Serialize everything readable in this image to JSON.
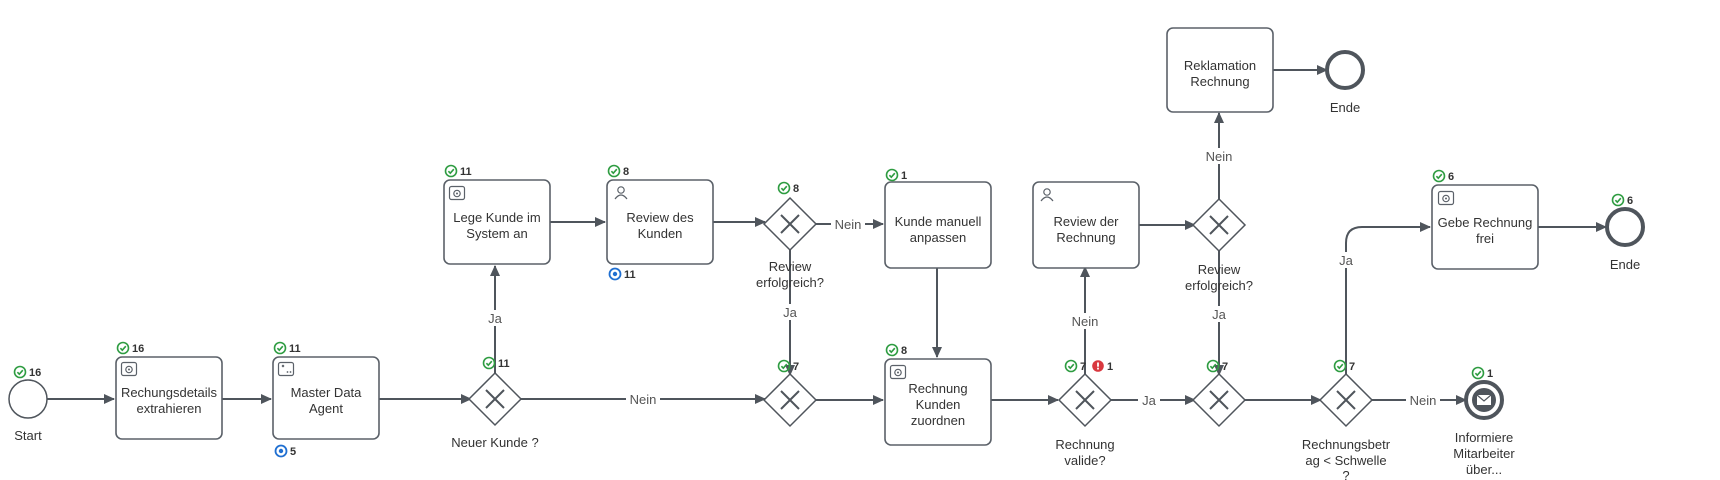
{
  "events": {
    "start": {
      "label": "Start",
      "count": "16"
    },
    "end_reklamation": {
      "label": "Ende"
    },
    "end_freigabe": {
      "label": "Ende",
      "count": "6"
    },
    "informiere": {
      "label_lines": [
        "Informiere",
        "Mitarbeiter",
        "über..."
      ],
      "count": "1"
    }
  },
  "tasks": {
    "rechnungsdetails": {
      "lines": [
        "Rechungsdetails",
        "extrahieren"
      ],
      "count": "16"
    },
    "master_data": {
      "lines": [
        "Master Data",
        "Agent"
      ],
      "count": "11",
      "secondary": "5"
    },
    "lege_kunde": {
      "lines": [
        "Lege Kunde im",
        "System an"
      ],
      "count": "11"
    },
    "review_kunden": {
      "lines": [
        "Review des",
        "Kunden"
      ],
      "count": "8",
      "secondary": "11"
    },
    "kunde_manuell": {
      "lines": [
        "Kunde manuell",
        "anpassen"
      ],
      "count": "1"
    },
    "rechnung_zuordnen": {
      "lines": [
        "Rechnung",
        "Kunden",
        "zuordnen"
      ],
      "count": "8"
    },
    "review_rechnung": {
      "lines": [
        "Review der",
        "Rechnung"
      ]
    },
    "reklamation": {
      "lines": [
        "Reklamation",
        "Rechnung"
      ]
    },
    "gebe_frei": {
      "lines": [
        "Gebe Rechnung",
        "frei"
      ],
      "count": "6"
    }
  },
  "gateways": {
    "neuer_kunde": {
      "label_lines": [
        "Neuer Kunde ?"
      ],
      "count": "11"
    },
    "review_erfolgreich_1": {
      "label_lines": [
        "Review",
        "erfolgreich?"
      ],
      "count": "8"
    },
    "merge_1": {
      "label_lines": [],
      "count": "7"
    },
    "rechnung_valide": {
      "label_lines": [
        "Rechnung",
        "valide?"
      ],
      "count": "7",
      "error_count": "1"
    },
    "merge_2": {
      "label_lines": [],
      "count": "7"
    },
    "review_erfolgreich_2": {
      "label_lines": [
        "Review",
        "erfolgreich?"
      ]
    },
    "schwelle": {
      "label_lines": [
        "Rechnungsbetr",
        "ag < Schwelle",
        "?"
      ],
      "count": "7"
    }
  },
  "flow_labels": {
    "ja_neuer_kunde": "Ja",
    "nein_neuer_kunde": "Nein",
    "nein_review_1": "Nein",
    "ja_review_1": "Ja",
    "nein_valide": "Nein",
    "ja_valide": "Ja",
    "nein_review_2": "Nein",
    "ja_review_2": "Ja",
    "ja_schwelle": "Ja",
    "nein_schwelle": "Nein"
  },
  "colors": {
    "stroke": "#4f555c",
    "success": "#2e9c41",
    "error": "#d9383f",
    "info": "#1f6fd1"
  }
}
